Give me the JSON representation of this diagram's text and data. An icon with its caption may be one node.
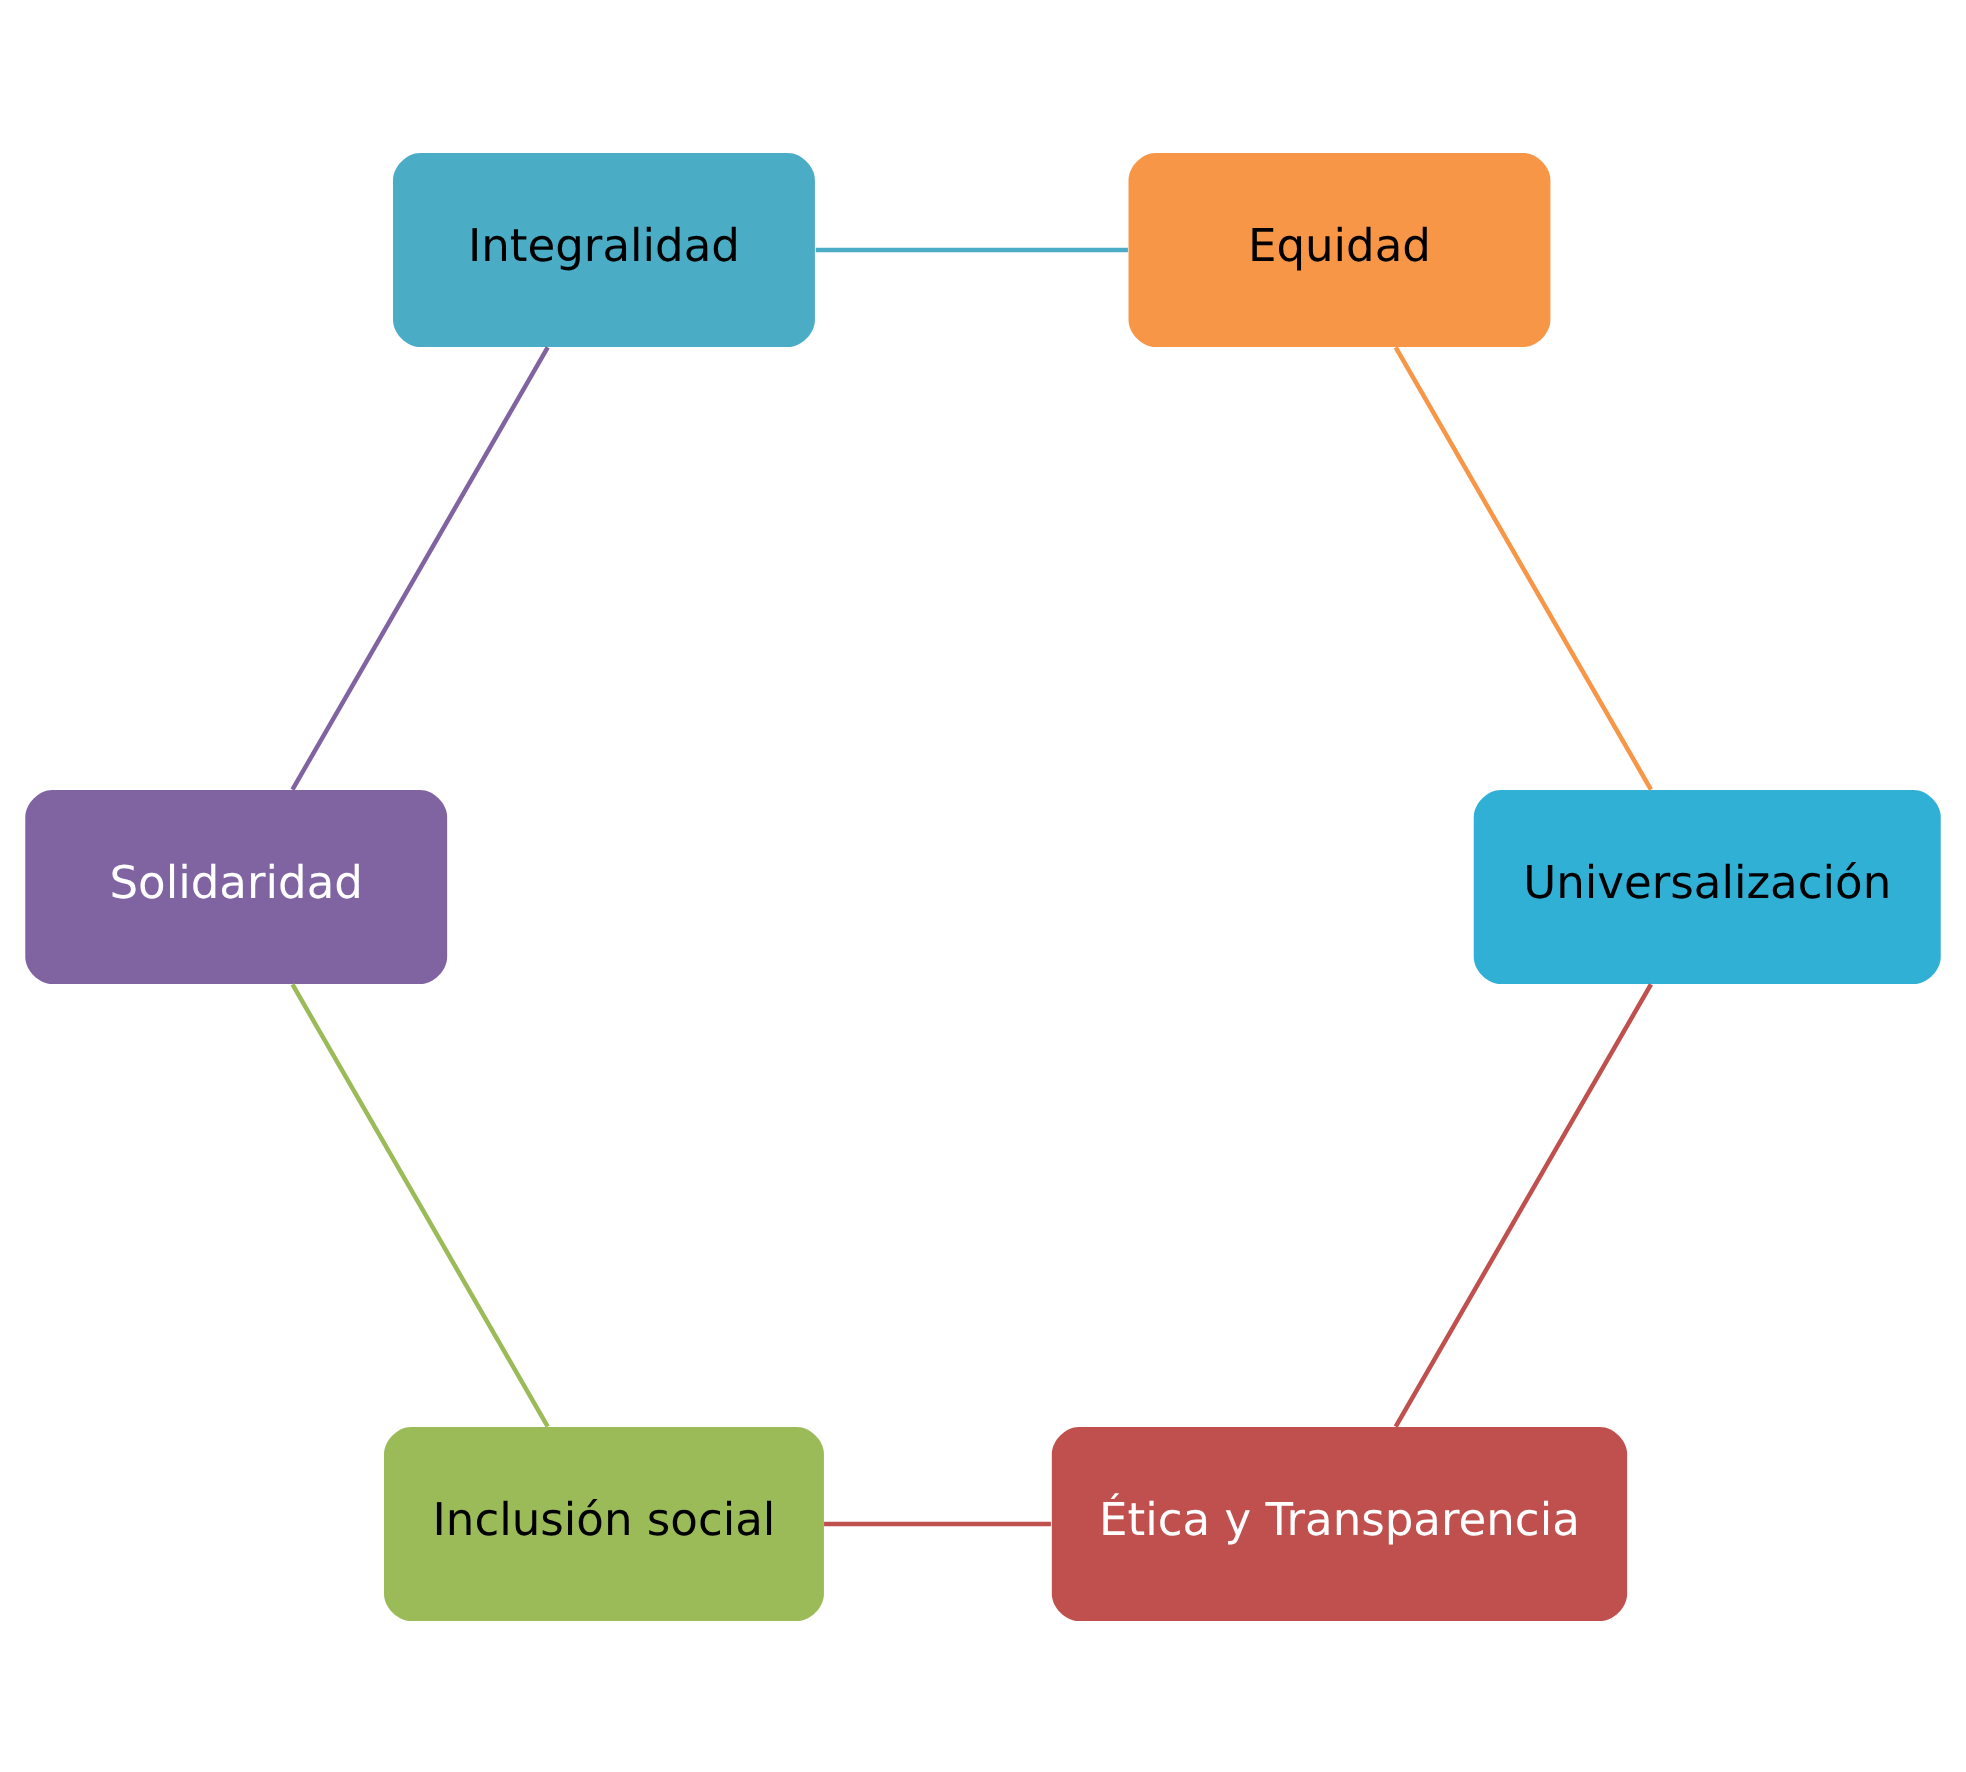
{
  "diagram": {
    "nodes": [
      {
        "text": [
          "Ética y Transparencia"
        ]
      },
      {
        "text": [
          "Universalización"
        ]
      },
      {
        "text": [
          "Inclusión social"
        ]
      },
      {
        "text": [
          "Equidad"
        ]
      },
      {
        "text": [
          "Solidaridad"
        ]
      },
      {
        "text": [
          "Integralidad"
        ]
      }
    ],
    "edges": [
      {
        "from": 0,
        "to": 2,
        "arrow": "none",
        "color": "#c0504d"
      },
      {
        "from": 2,
        "to": 4,
        "arrow": "none",
        "color": "#9bbb59"
      },
      {
        "from": 4,
        "to": 5,
        "arrow": "none",
        "color": "#8064a2"
      },
      {
        "from": 5,
        "to": 3,
        "arrow": "none",
        "color": "#4bacc6"
      },
      {
        "from": 3,
        "to": 1,
        "arrow": "none",
        "color": "#f79646"
      },
      {
        "from": 1,
        "to": 0,
        "arrow": "none",
        "color": "#c0504d"
      }
    ]
  }
}
